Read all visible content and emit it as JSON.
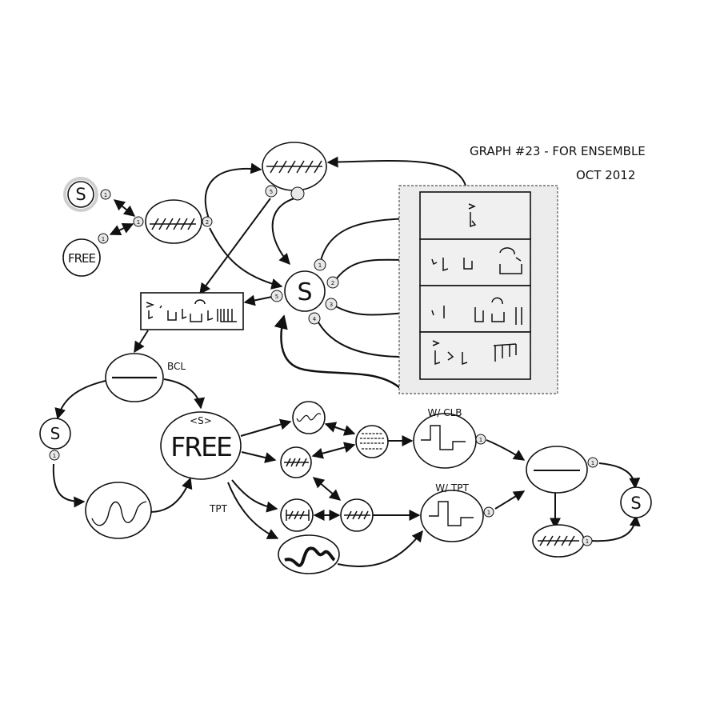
{
  "header": {
    "title": "GRAPH #23 - FOR ENSEMBLE",
    "date": "OCT 2012"
  },
  "colors": {
    "ink": "#111111",
    "badge_fill": "#e8e8e8",
    "panel_fill": "#ececec",
    "halo": "#cfcfcf"
  },
  "nodes": {
    "start_s": {
      "label": "S",
      "badge": "1"
    },
    "free_small": {
      "label": "FREE",
      "badge": "1"
    },
    "hash_ellipse_left": {
      "badge_in": "1",
      "badge_out": "2"
    },
    "hash_ellipse_top": {
      "badge_a": "5",
      "badge_b": ""
    },
    "center_s": {
      "label": "S",
      "badges": [
        "1",
        "2",
        "3",
        "4",
        "5"
      ]
    },
    "rhythm_box": {
      "content": "rhythmic notation fragment"
    },
    "score_panel": {
      "rows": [
        "accented note",
        "rest-note figures with triplet",
        "rest-note figures with triplet",
        "accented notes with beamed group"
      ]
    },
    "bcl_ellipse": {
      "label": "BCL"
    },
    "left_s": {
      "label": "S",
      "badge": "1"
    },
    "free_big": {
      "label": "FREE",
      "sublabel": "<S>"
    },
    "tpt_label": {
      "label": "TPT"
    },
    "clb_node": {
      "label": "W/ CLB",
      "badge": "1"
    },
    "tpt_node": {
      "label": "W/ TPT",
      "badge": "1"
    },
    "line_ellipse_right": {
      "badge": "1"
    },
    "hash_ellipse_right": {
      "badge": "1"
    },
    "end_s": {
      "label": "S"
    }
  }
}
